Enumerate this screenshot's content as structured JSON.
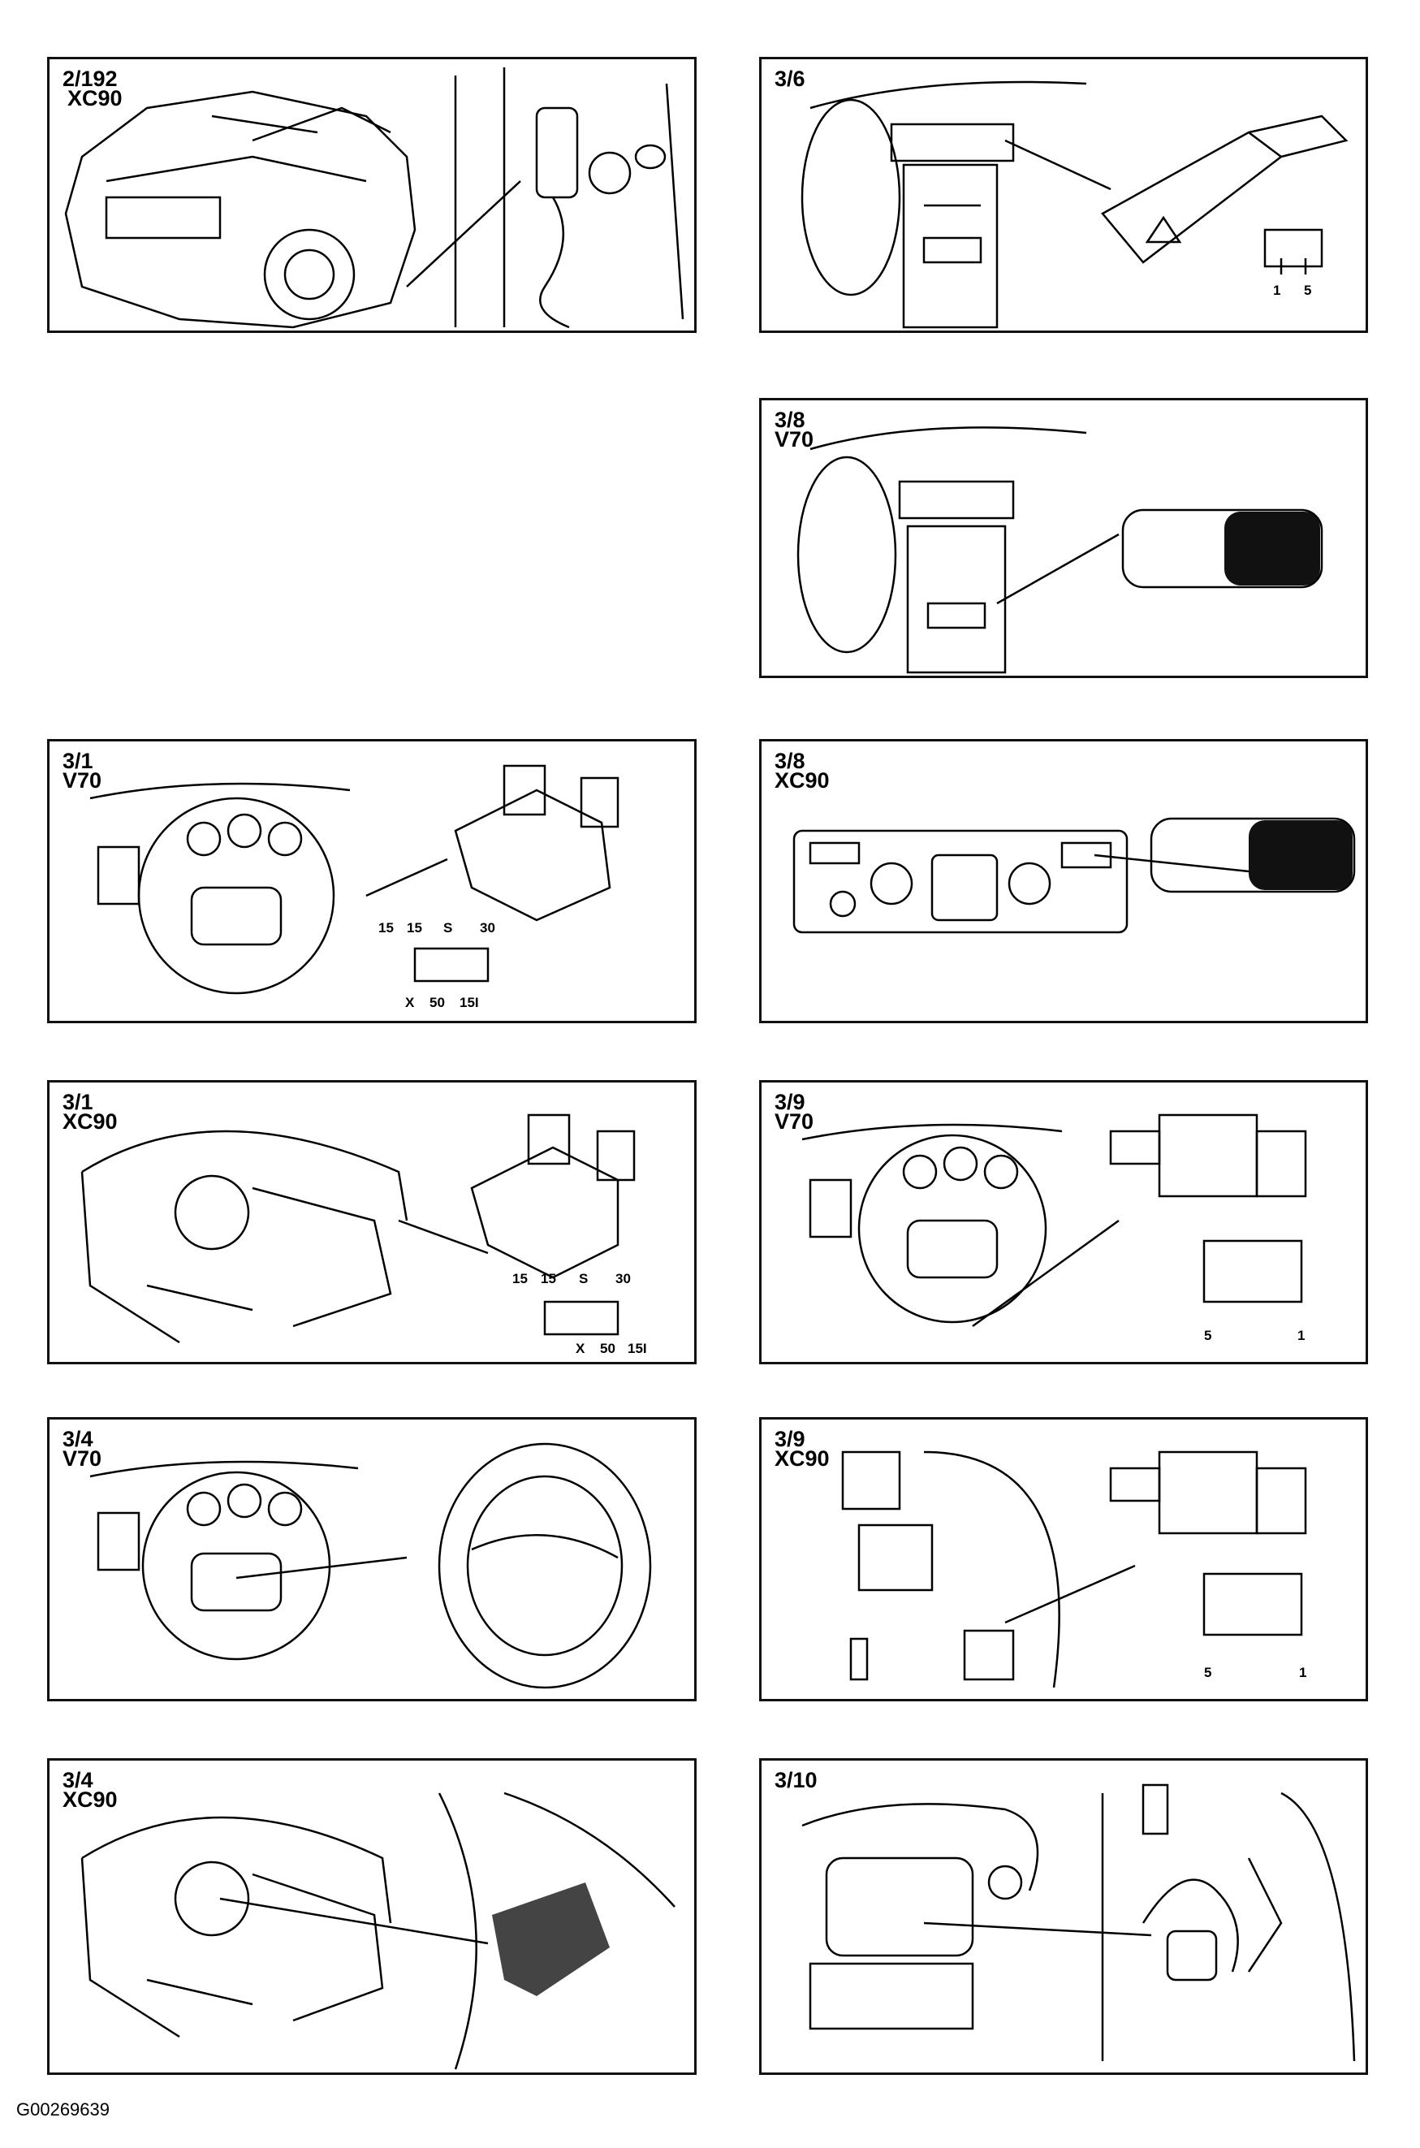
{
  "panels": {
    "p1": {
      "code": "2/192",
      "model": "XC90"
    },
    "p2": {
      "code": "3/6",
      "model": "",
      "pins": [
        "1",
        "5"
      ]
    },
    "p3": {
      "code": "3/8",
      "model": "V70"
    },
    "p4": {
      "code": "3/1",
      "model": "V70",
      "pins_top": [
        "15",
        "15",
        "S",
        "30"
      ],
      "pins_bottom": [
        "X",
        "50",
        "15I"
      ]
    },
    "p5": {
      "code": "3/8",
      "model": "XC90"
    },
    "p6": {
      "code": "3/1",
      "model": "XC90",
      "pins_top": [
        "15",
        "15",
        "S",
        "30"
      ],
      "pins_bottom": [
        "X",
        "50",
        "15I"
      ]
    },
    "p7": {
      "code": "3/9",
      "model": "V70",
      "pins": [
        "5",
        "1"
      ]
    },
    "p8": {
      "code": "3/4",
      "model": "V70"
    },
    "p9": {
      "code": "3/9",
      "model": "XC90",
      "pins": [
        "5",
        "1"
      ]
    },
    "p10": {
      "code": "3/4",
      "model": "XC90"
    },
    "p11": {
      "code": "3/10",
      "model": ""
    }
  },
  "footer": {
    "id": "G00269639"
  }
}
